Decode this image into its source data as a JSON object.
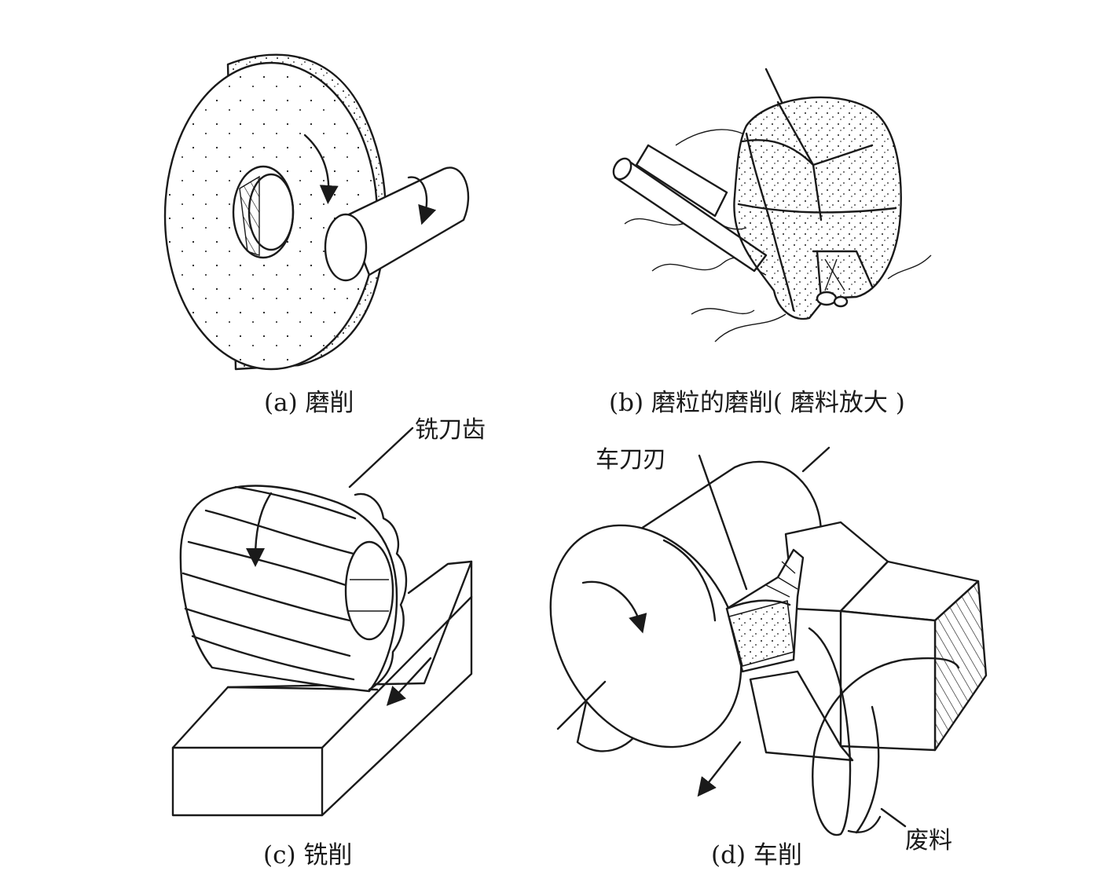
{
  "panels": {
    "a": {
      "caption": "(a) 磨削"
    },
    "b": {
      "caption": "(b) 磨粒的磨削( 磨料放大 )"
    },
    "c": {
      "caption": "(c) 铣削",
      "label_teeth": "铣刀齿"
    },
    "d": {
      "caption": "(d) 车削",
      "label_blade": "车刀刃",
      "label_chip": "废料"
    }
  },
  "colors": {
    "ink": "#1a1a1a",
    "background": "#ffffff"
  }
}
